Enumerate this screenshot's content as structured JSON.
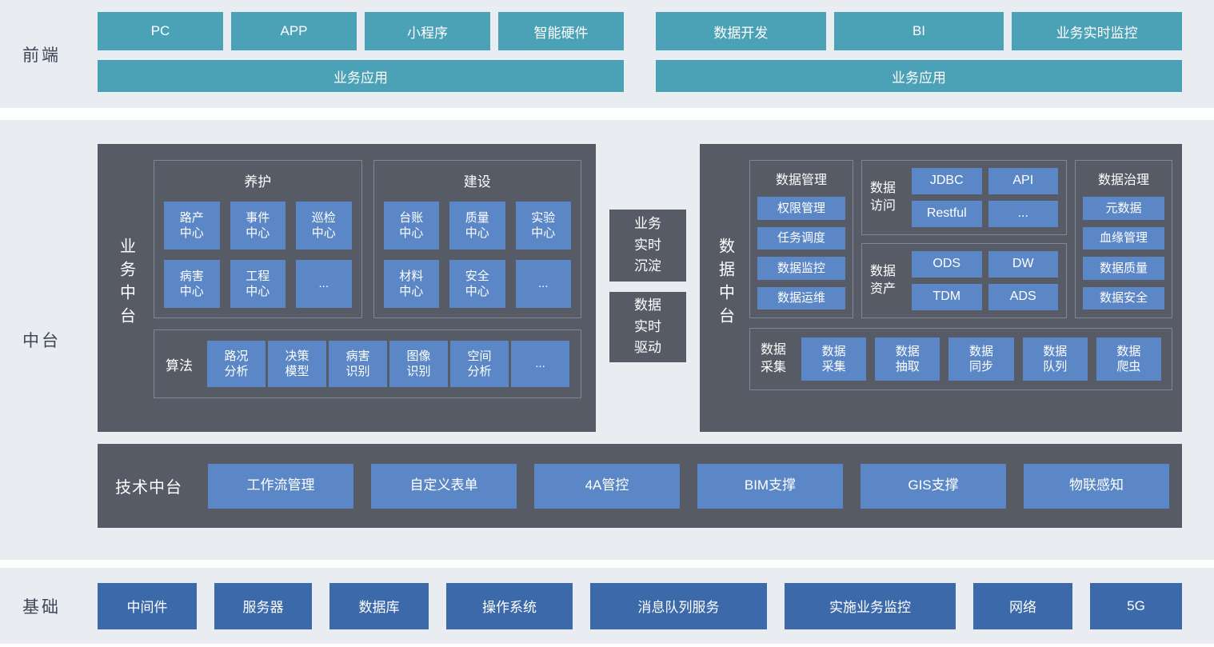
{
  "colors": {
    "band_bg": "#e9edf2",
    "teal": "#4ba1b6",
    "panel_gray": "#565b65",
    "cell_blue": "#5b87c7",
    "foundation_blue": "#3b69a9"
  },
  "layers": {
    "frontend": {
      "label": "前端",
      "left": {
        "top_items": [
          "PC",
          "APP",
          "小程序",
          "智能硬件"
        ],
        "bottom": "业务应用"
      },
      "right": {
        "top_items": [
          "数据开发",
          "BI",
          "业务实时监控"
        ],
        "bottom": "业务应用"
      }
    },
    "middle": {
      "label": "中台",
      "business": {
        "title": "业务中台",
        "groups": [
          {
            "title": "养护",
            "items": [
              "路产\n中心",
              "事件\n中心",
              "巡检\n中心",
              "病害\n中心",
              "工程\n中心",
              "..."
            ]
          },
          {
            "title": "建设",
            "items": [
              "台账\n中心",
              "质量\n中心",
              "实验\n中心",
              "材料\n中心",
              "安全\n中心",
              "..."
            ]
          }
        ],
        "algorithm": {
          "label": "算法",
          "items": [
            "路况\n分析",
            "决策\n模型",
            "病害\n识别",
            "图像\n识别",
            "空间\n分析",
            "..."
          ]
        }
      },
      "connectors": [
        "业务\n实时\n沉淀",
        "数据\n实时\n驱动"
      ],
      "data": {
        "title": "数据中台",
        "management": {
          "title": "数据管理",
          "items": [
            "权限管理",
            "任务调度",
            "数据监控",
            "数据运维"
          ]
        },
        "access": {
          "label": "数据\n访问",
          "items": [
            "JDBC",
            "API",
            "Restful",
            "..."
          ]
        },
        "assets": {
          "label": "数据\n资产",
          "items": [
            "ODS",
            "DW",
            "TDM",
            "ADS"
          ]
        },
        "governance": {
          "title": "数据治理",
          "items": [
            "元数据",
            "血缘管理",
            "数据质量",
            "数据安全"
          ]
        },
        "collection": {
          "label": "数据\n采集",
          "items": [
            "数据\n采集",
            "数据\n抽取",
            "数据\n同步",
            "数据\n队列",
            "数据\n爬虫"
          ]
        }
      },
      "tech": {
        "label": "技术中台",
        "items": [
          "工作流管理",
          "自定义表单",
          "4A管控",
          "BIM支撑",
          "GIS支撑",
          "物联感知"
        ]
      }
    },
    "foundation": {
      "label": "基础",
      "items": [
        "中间件",
        "服务器",
        "数据库",
        "操作系统",
        "消息队列服务",
        "实施业务监控",
        "网络",
        "5G"
      ]
    }
  }
}
